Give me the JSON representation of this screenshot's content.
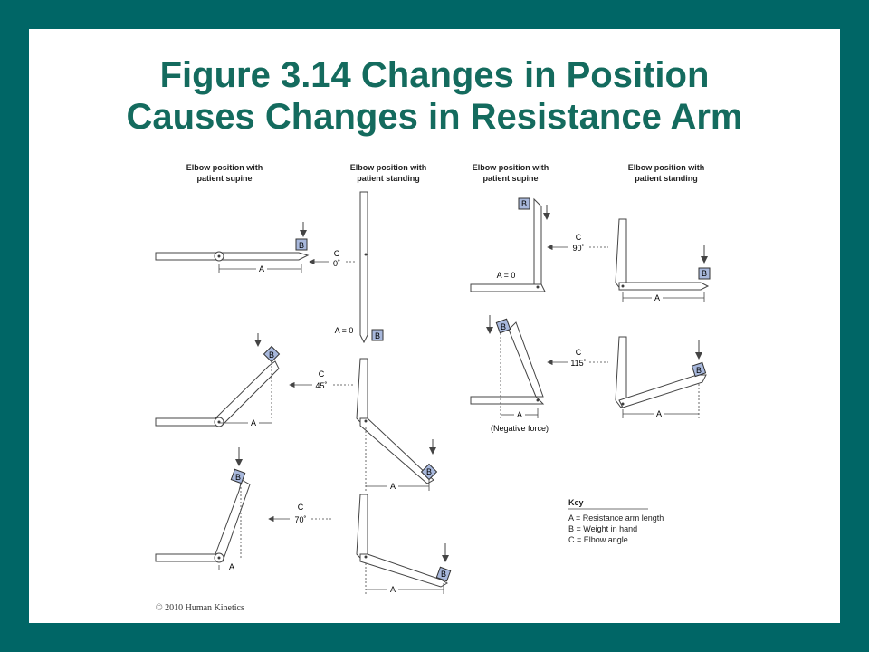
{
  "slide": {
    "title_line1": "Figure 3.14 Changes in Position",
    "title_line2": "Causes Changes in Resistance Arm",
    "copyright": "© 2010 Human Kinetics"
  },
  "diagram": {
    "headers": {
      "left_supine": [
        "Elbow position with",
        "patient supine"
      ],
      "left_standing": [
        "Elbow position with",
        "patient standing"
      ],
      "right_supine": [
        "Elbow position with",
        "patient supine"
      ],
      "right_standing": [
        "Elbow position with",
        "patient standing"
      ]
    },
    "angle_letter": "C",
    "angles": {
      "row1": "0˚",
      "row2": "45˚",
      "row3": "70˚",
      "row4": "90˚",
      "row5": "115˚"
    },
    "weight_letter": "B",
    "arm_letter": "A",
    "zero_arm_label": "A = 0",
    "negative_force_label": "(Negative force)",
    "key": {
      "title": "Key",
      "items": [
        "A = Resistance arm length",
        "B = Weight in hand",
        "C = Elbow angle"
      ]
    },
    "colors": {
      "weight_box": "#a8b8dc",
      "line": "#444444"
    }
  }
}
